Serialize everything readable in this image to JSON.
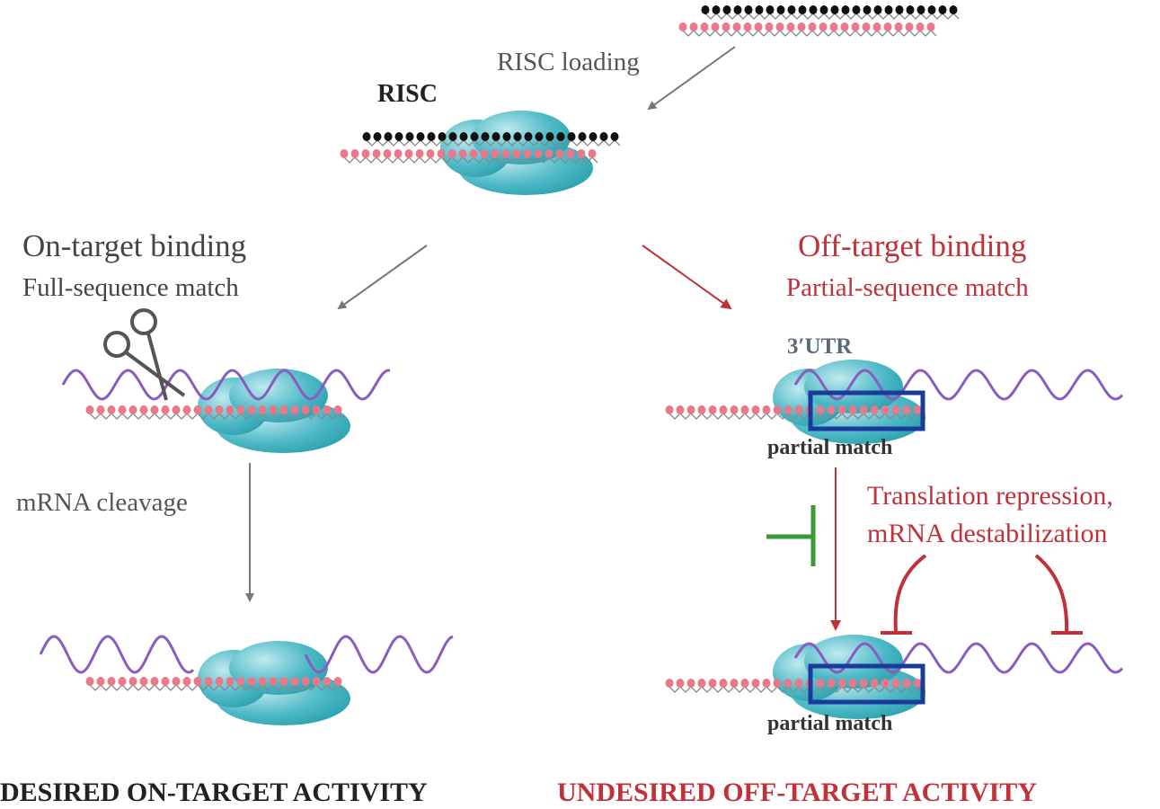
{
  "labels": {
    "risc_loading": "RISC loading",
    "risc": "RISC",
    "on_target_title": "On-target binding",
    "on_target_sub": "Full-sequence match",
    "off_target_title": "Off-target binding",
    "off_target_sub": "Partial-sequence match",
    "utr": "3′UTR",
    "partial_match_1": "partial match",
    "partial_match_2": "partial match",
    "mrna_cleavage": "mRNA cleavage",
    "repression_line1": "Translation repression,",
    "repression_line2": "mRNA destabilization",
    "desired": "DESIRED ON-TARGET ACTIVITY",
    "undesired": "UNDESIRED OFF-TARGET ACTIVITY"
  },
  "colors": {
    "off_target_red": "#c0313a",
    "text_gray": "#444444",
    "risc_teal": "#3fb3c2",
    "mrna_purple": "#8a5cc0",
    "guide_pink": "#e8788a",
    "match_box_blue": "#1b3b9a",
    "inhibit_green": "#3a9a3a"
  }
}
